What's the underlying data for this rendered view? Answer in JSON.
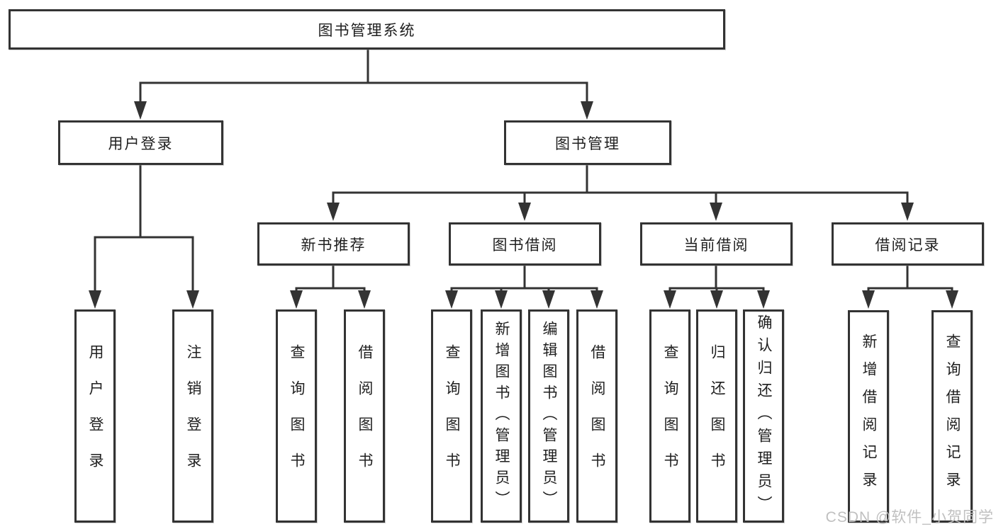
{
  "root": {
    "label": "图书管理系统"
  },
  "level2": [
    {
      "label": "用户登录"
    },
    {
      "label": "图书管理"
    }
  ],
  "level3": [
    {
      "label": "新书推荐"
    },
    {
      "label": "图书借阅"
    },
    {
      "label": "当前借阅"
    },
    {
      "label": "借阅记录"
    }
  ],
  "leaves": {
    "userLogin": [
      {
        "label": "用户登录"
      },
      {
        "label": "注销登录"
      }
    ],
    "newBooks": [
      {
        "label": "查询图书"
      },
      {
        "label": "借阅图书"
      }
    ],
    "bookBorrow": [
      {
        "label": "查询图书"
      },
      {
        "label": "新增图书（管理员）"
      },
      {
        "label": "编辑图书（管理员）"
      },
      {
        "label": "借阅图书"
      }
    ],
    "currentBorrow": [
      {
        "label": "查询图书"
      },
      {
        "label": "归还图书"
      },
      {
        "label": "确认归还（管理员）"
      }
    ],
    "borrowRecords": [
      {
        "label": "新增借阅记录"
      },
      {
        "label": "查询借阅记录"
      }
    ]
  },
  "watermark": "CSDN @软件_小贺同学",
  "colors": {
    "line": "#333333",
    "text": "#1f1f1f",
    "watermark": "#c0c0c0",
    "background": "#ffffff"
  }
}
